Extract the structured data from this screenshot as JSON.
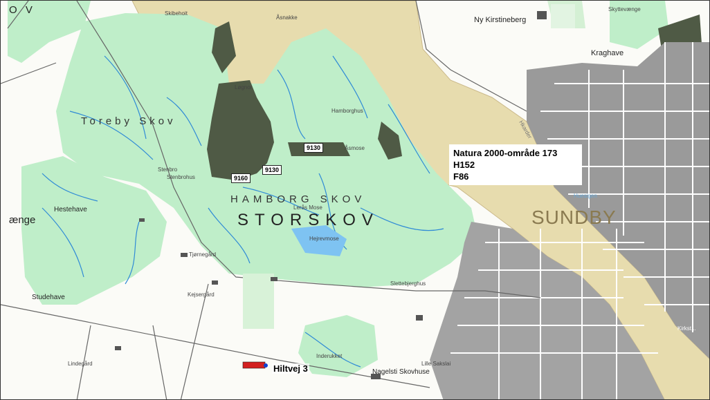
{
  "labels": {
    "corner_tl": "O V",
    "skibehoit": "Skibehoit",
    "asnakke": "Åsnakke",
    "ny_kirstineberg": "Ny Kirstineberg",
    "skyttevaenge": "Skyttevænge",
    "kraghave": "Kraghave",
    "loegnor": "Løgnor",
    "hamborghus": "Hamborghus",
    "toreby_skov": "Toreby Skov",
    "asmose": "Åsmose",
    "stenbro": "Stenbro",
    "stenbrohus": "Stenbrohus",
    "hestehave": "Hestehave",
    "left_vaenge": "ænge",
    "hamborg_skov": "HAMBORG SKOV",
    "storskov": "STORSKOV",
    "leras_mose": "Lerås Mose",
    "hejrevmose": "Hejrevmose",
    "sundby": "SUNDBY",
    "tjornegard": "Tjørnegård",
    "kejsergard": "Kejsergård",
    "slettebjerghus": "Slettebjerghus",
    "studehave": "Studehave",
    "inderukket": "Inderukket",
    "lindegard": "Lindegård",
    "lille_sakslai": "Lille Sakslai",
    "nagelsti_skovhuse": "Nagelsti Skovhuse",
    "huesigen": "Huesigen",
    "hiltvej": "Hiltvej 3",
    "strait_small": "Hkarder",
    "right_edge_small": "Kirkst..."
  },
  "habitat_codes": {
    "code_9130_a": "9130",
    "code_9130_b": "9130",
    "code_9160": "9160"
  },
  "natura": {
    "line1": "Natura 2000-område 173",
    "line2": "H152",
    "line3": "F86"
  },
  "colors": {
    "forest": "#bfeec9",
    "water_strait": "#e7dcae",
    "dark_forest": "#4f5a45",
    "urban": "#9a9a9a",
    "streams": "#2f8ad6",
    "marker": "#d32020"
  }
}
